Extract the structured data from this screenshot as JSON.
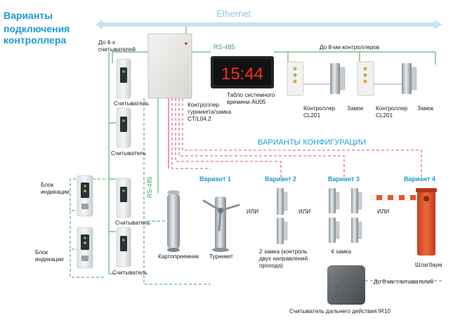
{
  "title_lines": [
    "Варианты",
    "подключения",
    "контроллера"
  ],
  "ethernet": "Ethernet",
  "rs485_top": "RS-485",
  "rs485_side": "RS-485",
  "up_to_4": [
    "До 4-х",
    "считывателей"
  ],
  "up_to_8_controllers": "До 8-ми контроллеров",
  "clock_display": "15:44",
  "clock_label": [
    "Табло системного",
    "времени AU05"
  ],
  "controller_label": [
    "Контроллер",
    "турникета/замка",
    "CT/L04.2"
  ],
  "cl201_1": [
    "Контроллер",
    "CL201"
  ],
  "lock_1": "Замок",
  "cl201_2": [
    "Контроллер",
    "CL201"
  ],
  "lock_2": "Замок",
  "config_variants": "ВАРИАНТЫ КОНФИГУРАЦИИ",
  "variants": [
    "Вариант 1",
    "Вариант 2",
    "Вариант 3",
    "Вариант 4"
  ],
  "reader": "Считыватель",
  "indicator_block": [
    "Блок",
    "индикации"
  ],
  "card_acceptor": "Картоприемник",
  "turnstile": "Турникет",
  "or": "ИЛИ",
  "two_locks": [
    "2 замка (контроль",
    "двух направлений",
    "прохода)"
  ],
  "four_locks": "4 замка",
  "barrier": "Шлагбаум",
  "up_to_8_readers": "До 8-ми считывателей",
  "long_range_reader": "Считыватель дальнего действия IR10",
  "colors": {
    "accent_blue": "#1d9ad6",
    "line_green": "#3aa35b",
    "dashed_pink": "#d9508f",
    "barrier_orange": "#e2552a",
    "display_red": "#ff2a1a"
  }
}
